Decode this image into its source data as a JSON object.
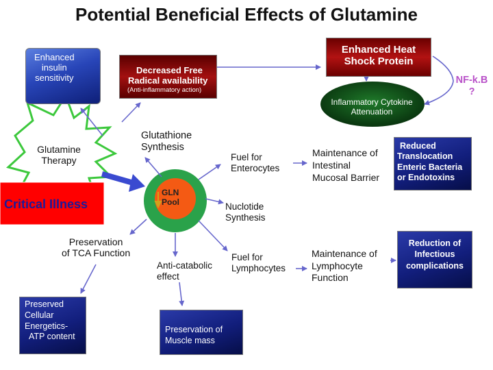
{
  "title": "Potential Beneficial Effects of Glutamine",
  "nodes": {
    "enhanced_insulin": {
      "line1": "Enhanced",
      "line2": "insulin",
      "line3": "sensitivity"
    },
    "free_radical": {
      "line1": "Decreased Free",
      "line2": "Radical availability",
      "sub": "(Anti-inflammatory action)"
    },
    "heat_shock": {
      "line1": "Enhanced Heat",
      "line2": "Shock Protein"
    },
    "inflammatory": {
      "line1": "Inflammatory Cytokine",
      "line2": "Attenuation"
    },
    "nfkb": {
      "line1": "NF-k.B",
      "line2": "?"
    },
    "glutamine_therapy": {
      "line1": "Glutamine",
      "line2": "Therapy"
    },
    "critical_illness": "Critical Illness",
    "glutathione": {
      "line1": "Glutathione",
      "line2": "Synthesis"
    },
    "gln_pool": {
      "line1": "GLN",
      "line2": "Pool"
    },
    "fuel_enterocytes": {
      "line1": "Fuel for",
      "line2": "Enterocytes"
    },
    "nucleotide": {
      "line1": "Nuclotide",
      "line2": "Synthesis"
    },
    "mucosal": {
      "line1": "Maintenance of",
      "line2": "Intestinal",
      "line3": "Mucosal Barrier"
    },
    "translocation": {
      "line1": "Reduced",
      "line2": "Translocation",
      "line3": "Enteric Bacteria",
      "line4": "or Endotoxins"
    },
    "tca": {
      "line1": "Preservation",
      "line2": "of TCA Function"
    },
    "fuel_lymphocytes": {
      "line1": "Fuel for",
      "line2": "Lymphocytes"
    },
    "anticatabolic": {
      "line1": "Anti-catabolic",
      "line2": "effect"
    },
    "lymphocyte_function": {
      "line1": "Maintenance of",
      "line2": "Lymphocyte",
      "line3": "Function"
    },
    "infectious": {
      "line1": "Reduction of",
      "line2": "Infectious",
      "line3": "complications"
    },
    "cellular": {
      "line1": "Preserved",
      "line2": "Cellular",
      "line3": "Energetics-",
      "line4": "ATP content"
    },
    "muscle": {
      "line1": "Preservation of",
      "line2": "Muscle mass"
    }
  },
  "colors": {
    "blue_box": "#121e7c",
    "red_box": "#a31010",
    "critical_bg": "#ff0000",
    "gln_ring": "#2aa24a",
    "gln_center": "#f45a14",
    "inflammatory_ellipse": "#0e4a14",
    "nfkb_text": "#b850c8",
    "arrow": "#6666cc"
  }
}
